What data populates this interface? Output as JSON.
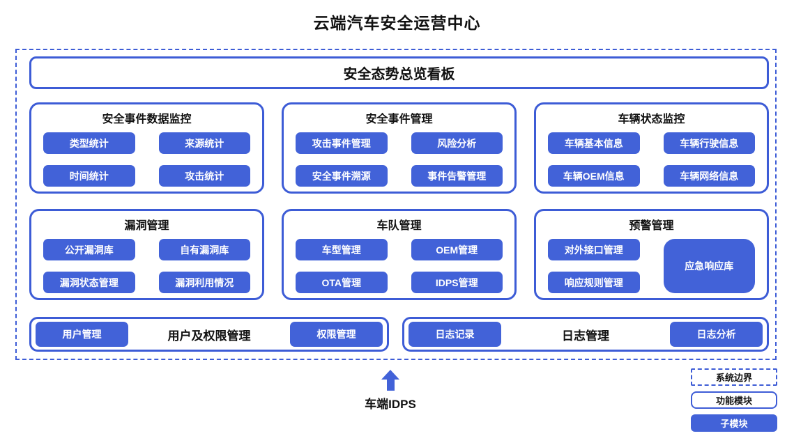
{
  "title": "云端汽车安全运营中心",
  "colors": {
    "accent_blue": "#4262d8",
    "border_blue": "#3d5cd6",
    "text": "#111111",
    "background": "#ffffff"
  },
  "banner": {
    "label": "安全态势总览看板"
  },
  "modules": [
    {
      "title": "安全事件数据监控",
      "items": [
        "类型统计",
        "来源统计",
        "时间统计",
        "攻击统计"
      ]
    },
    {
      "title": "安全事件管理",
      "items": [
        "攻击事件管理",
        "风险分析",
        "安全事件溯源",
        "事件告警管理"
      ]
    },
    {
      "title": "车辆状态监控",
      "items": [
        "车辆基本信息",
        "车辆行驶信息",
        "车辆OEM信息",
        "车辆网络信息"
      ]
    },
    {
      "title": "漏洞管理",
      "items": [
        "公开漏洞库",
        "自有漏洞库",
        "漏洞状态管理",
        "漏洞利用情况"
      ]
    },
    {
      "title": "车队管理",
      "items": [
        "车型管理",
        "OEM管理",
        "OTA管理",
        "IDPS管理"
      ]
    },
    {
      "title": "预警管理",
      "items": [
        "对外接口管理",
        "响应规则管理"
      ],
      "tall_item": "应急响应库"
    }
  ],
  "bottom": [
    {
      "title": "用户及权限管理",
      "left_item": "用户管理",
      "right_item": "权限管理"
    },
    {
      "title": "日志管理",
      "left_item": "日志记录",
      "right_item": "日志分析"
    }
  ],
  "external": {
    "label": "车端IDPS",
    "arrow_icon": "up-arrow-icon"
  },
  "legend": [
    {
      "label": "系统边界",
      "style": "dashed"
    },
    {
      "label": "功能模块",
      "style": "outline"
    },
    {
      "label": "子模块",
      "style": "filled"
    }
  ]
}
